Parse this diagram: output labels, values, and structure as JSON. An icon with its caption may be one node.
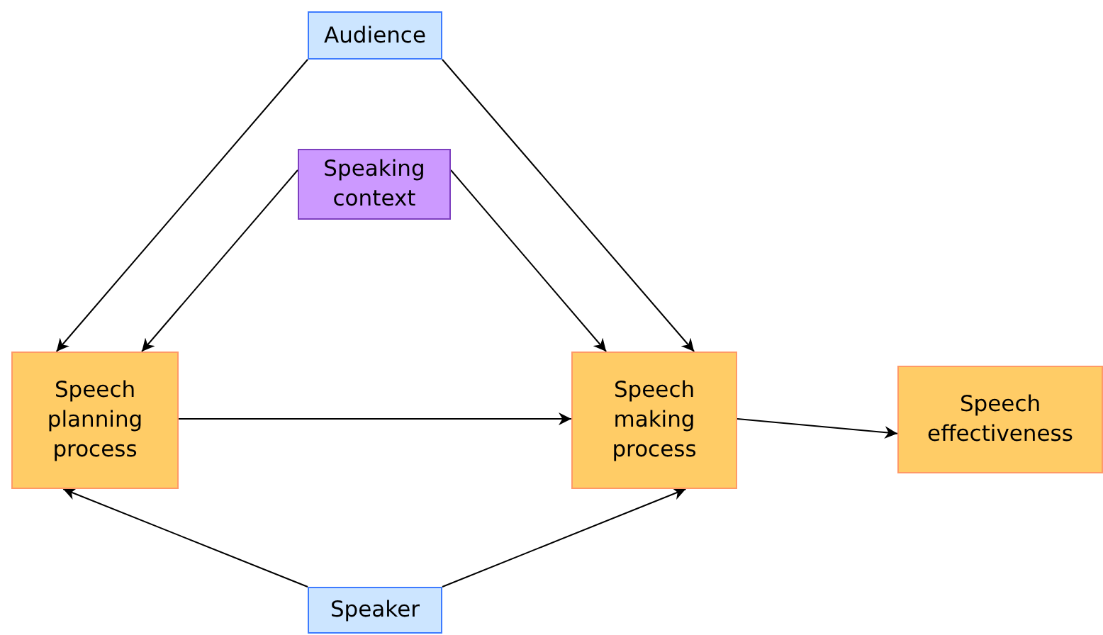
{
  "diagram": {
    "nodes": [
      {
        "text": [
          "Audience"
        ]
      },
      {
        "text": [
          "Speaking context"
        ]
      },
      {
        "text": [
          "Speech planning process"
        ]
      },
      {
        "text": [
          "Speech making process"
        ]
      },
      {
        "text": [
          "Speech effectiveness"
        ]
      },
      {
        "text": [
          "Speaker"
        ]
      }
    ],
    "edges": [
      {
        "from": 0,
        "to": 2,
        "arrow": "to"
      },
      {
        "from": 1,
        "to": 2,
        "arrow": "to"
      },
      {
        "from": 0,
        "to": 3,
        "arrow": "to"
      },
      {
        "from": 1,
        "to": 3,
        "arrow": "to"
      },
      {
        "from": 2,
        "to": 3,
        "arrow": "to"
      },
      {
        "from": 3,
        "to": 4,
        "arrow": "to"
      },
      {
        "from": 5,
        "to": 2,
        "arrow": "to"
      },
      {
        "from": 5,
        "to": 3,
        "arrow": "to"
      }
    ]
  }
}
